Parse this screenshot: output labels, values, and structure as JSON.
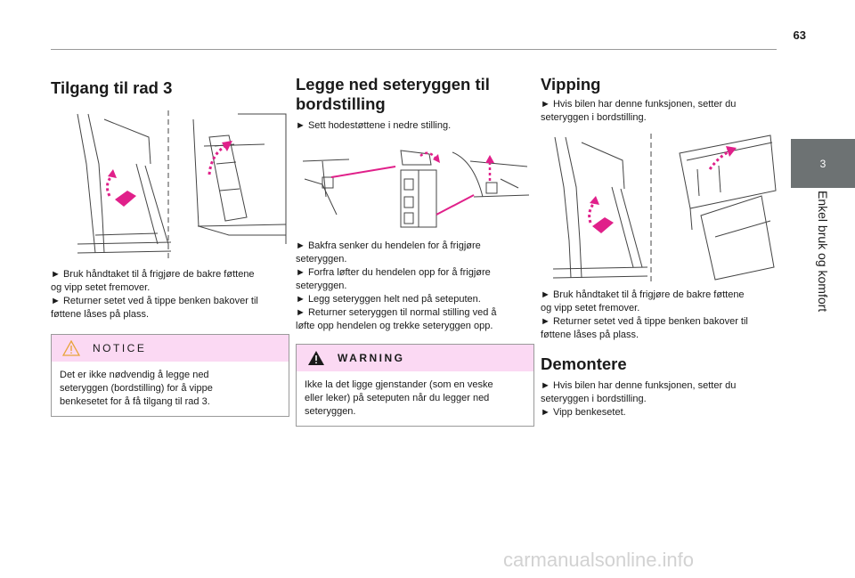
{
  "header": {
    "page_number": "63"
  },
  "side_tab": {
    "number": "3",
    "label": "Enkel bruk og komfort"
  },
  "col1": {
    "heading": "Tilgang til rad 3",
    "lines": [
      "► Bruk håndtaket til å frigjøre de bakre føttene",
      "og vipp setet fremover.",
      "► Returner setet ved å tippe benken bakover til",
      "føttene låses på plass."
    ],
    "notice": {
      "title": "NOTICE",
      "lines": [
        "Det er ikke nødvendig å legge ned",
        "seteryggen (bordstilling) for å vippe",
        "benkesetet for å få tilgang til rad 3."
      ]
    }
  },
  "col2": {
    "heading_line1": "Legge ned seteryggen til",
    "heading_line2": "bordstilling",
    "intro": "► Sett hodestøttene i nedre stilling.",
    "lines": [
      "► Bakfra senker du hendelen for å frigjøre",
      "seteryggen.",
      "► Forfra løfter du hendelen opp for å frigjøre",
      "seteryggen.",
      "► Legg seteryggen helt ned på seteputen.",
      "► Returner seteryggen til normal stilling ved å",
      "løfte opp hendelen og trekke seteryggen opp."
    ],
    "warning": {
      "title": "WARNING",
      "lines": [
        "Ikke la det ligge gjenstander (som en veske",
        "eller leker) på seteputen når du legger ned",
        "seteryggen."
      ]
    }
  },
  "col3": {
    "heading": "Vipping",
    "intro": [
      "► Hvis bilen har denne funksjonen, setter du",
      "seteryggen i bordstilling."
    ],
    "lines": [
      "► Bruk håndtaket til å frigjøre de bakre føttene",
      "og vipp setet fremover.",
      "► Returner setet ved å tippe benken bakover til",
      "føttene låses på plass."
    ],
    "heading2": "Demontere",
    "lines2": [
      "► Hvis bilen har denne funksjonen, setter du",
      "seteryggen i bordstilling.",
      "► Vipp benkesetet."
    ]
  },
  "footer": {
    "watermark": "carmanualsonline.info"
  },
  "colors": {
    "accent_magenta": "#e0208a",
    "notice_bg": "#fbd9f3",
    "tab_grey": "#6d7273"
  }
}
